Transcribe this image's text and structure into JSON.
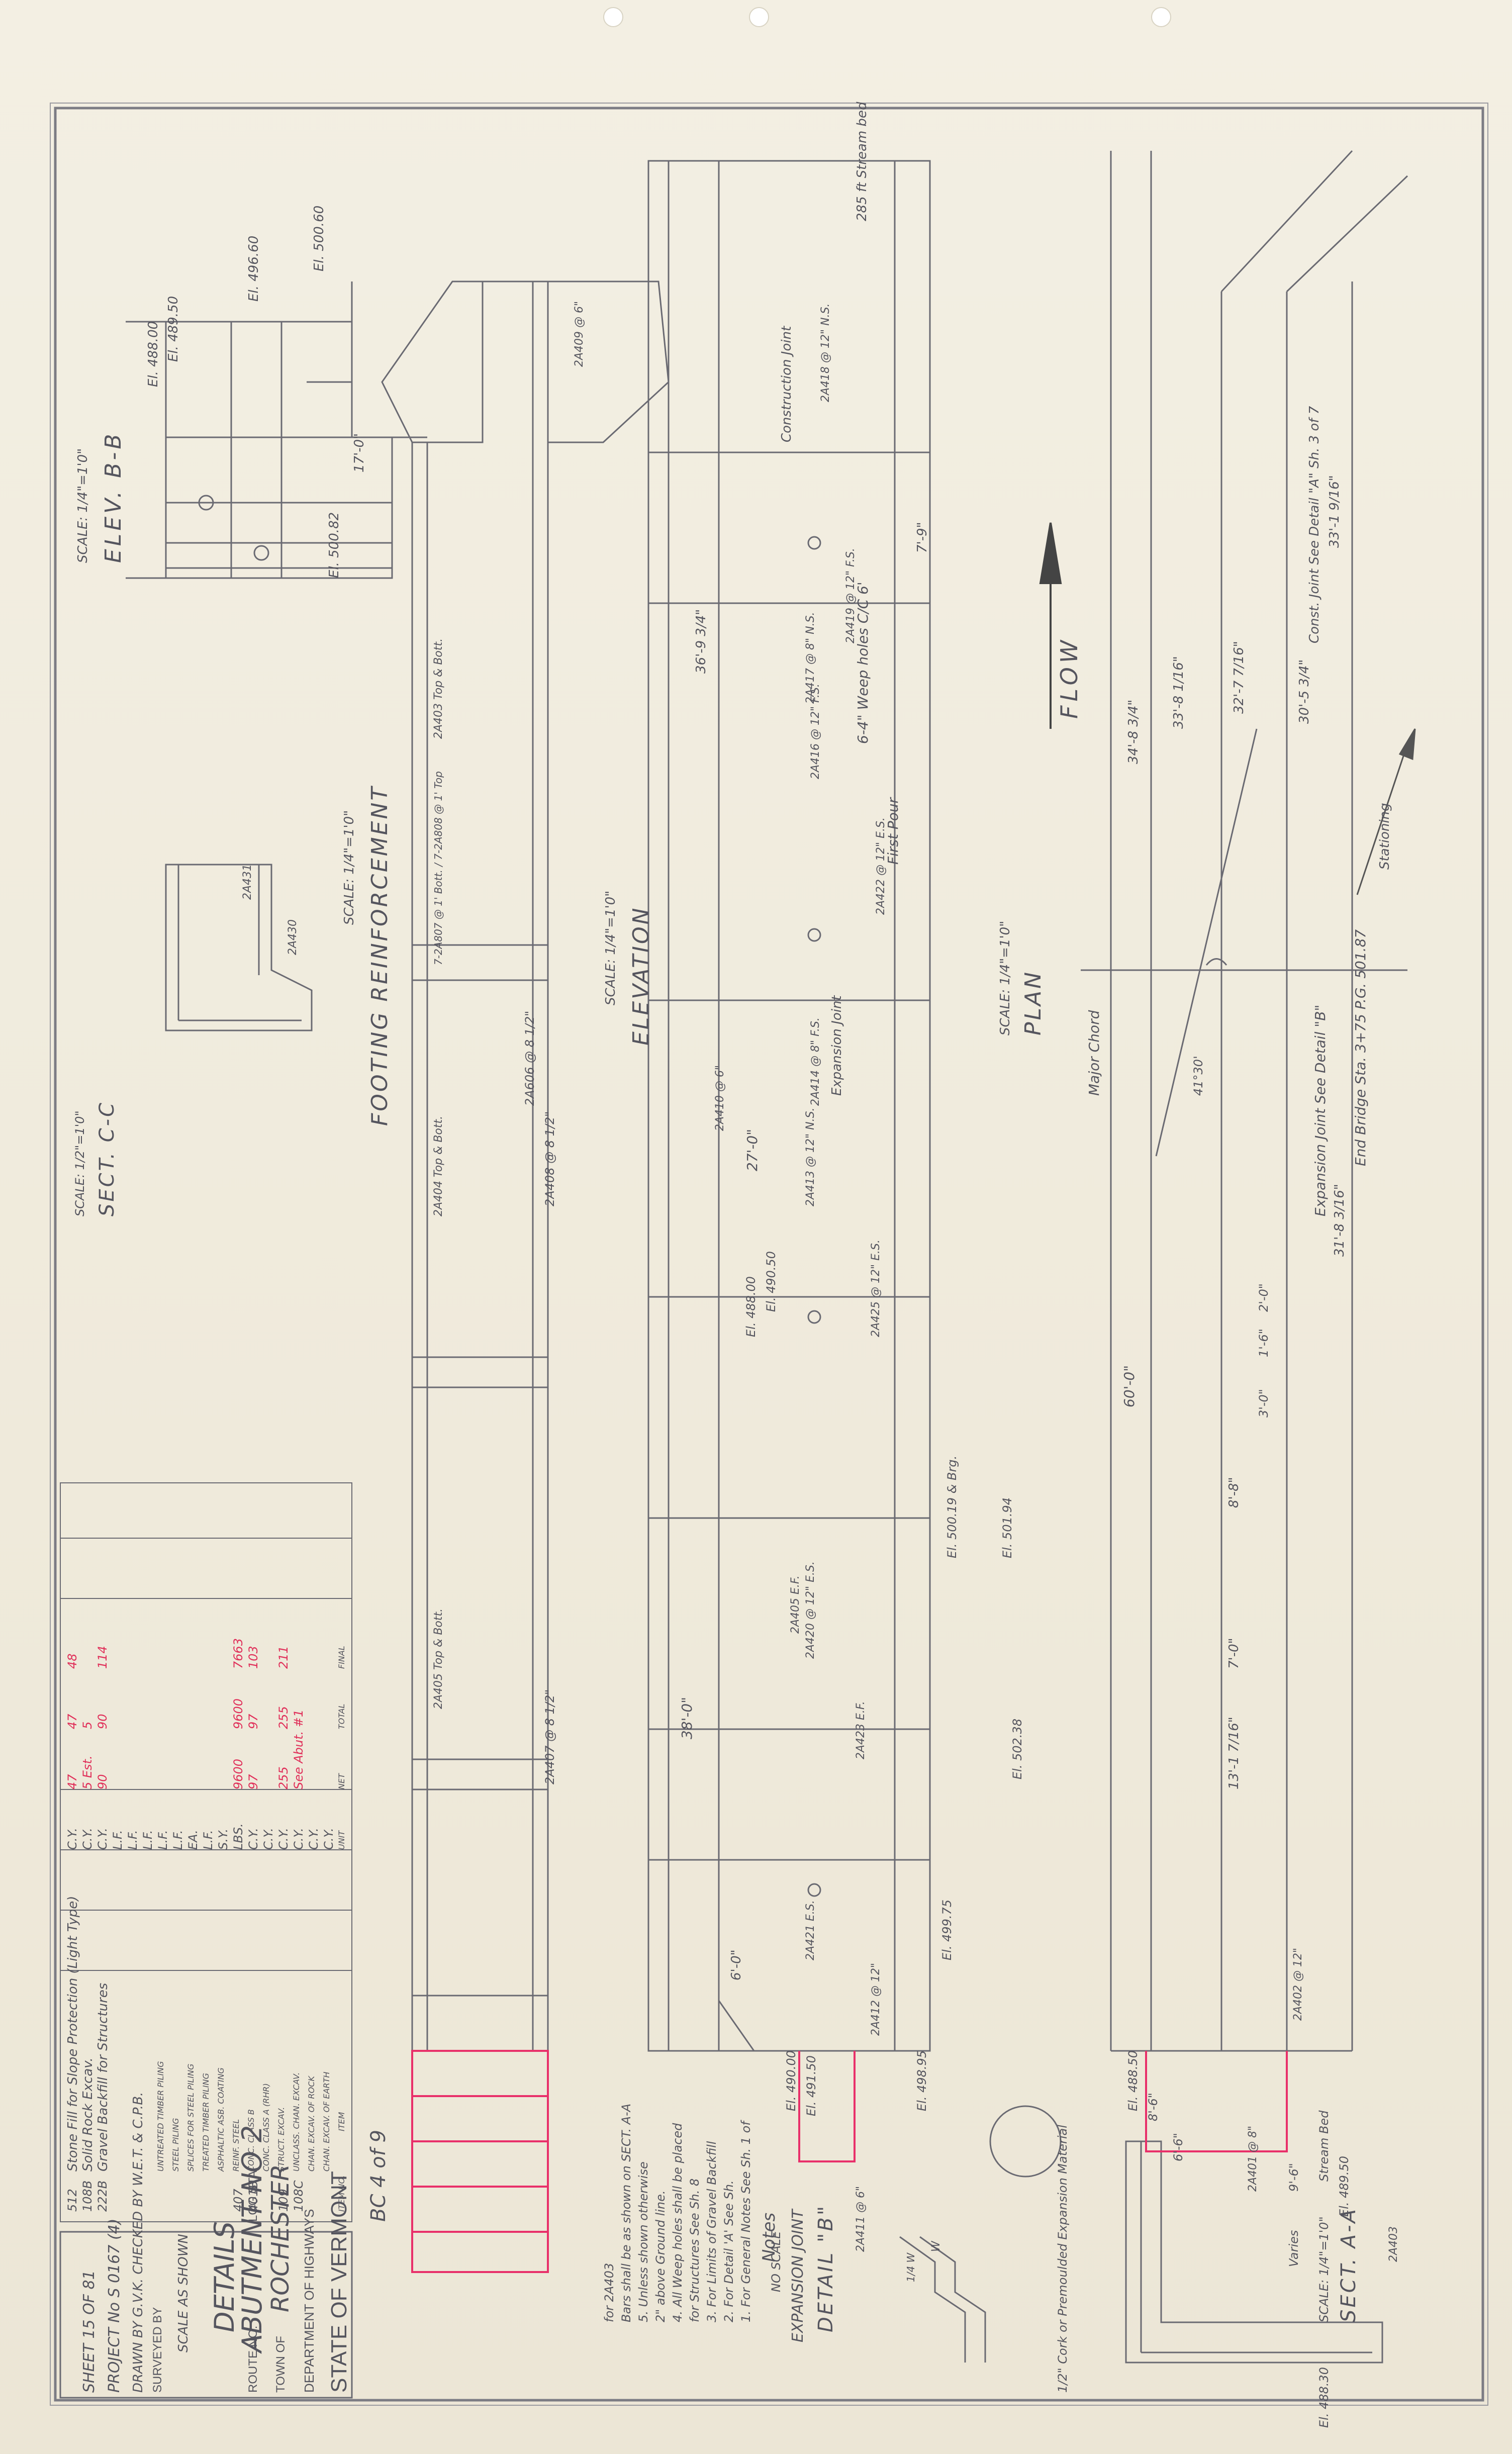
{
  "title_block": {
    "state": "STATE OF VERMONT",
    "department": "DEPARTMENT OF HIGHWAYS",
    "town_label": "TOWN OF",
    "town": "ROCHESTER",
    "route_label": "ROUTE NO.",
    "log_label": "LOG STA.",
    "drawing_title_1": "ABUTMENT NO 2",
    "drawing_title_2": "DETAILS",
    "scale": "SCALE AS SHOWN",
    "surveyed": "SURVEYED BY",
    "drawn": "DRAWN BY G.V.K. CHECKED BY W.E.T. & C.P.B.",
    "project": "PROJECT No S 0167 (4)",
    "sheet": "SHEET 15 OF 81",
    "sheet_ref": "BC 4 of 9"
  },
  "views": {
    "elev_bb": "ELEV. B-B",
    "elev_bb_scale": "SCALE: 1/4\"=1'0\"",
    "footing": "FOOTING REINFORCEMENT",
    "footing_scale": "SCALE: 1/4\"=1'0\"",
    "sect_cc": "SECT. C-C",
    "sect_cc_scale": "SCALE: 1/2\"=1'0\"",
    "elevation": "ELEVATION",
    "elevation_scale": "SCALE: 1/4\"=1'0\"",
    "plan": "PLAN",
    "plan_scale": "SCALE: 1/4\"=1'0\"",
    "sect_aa": "SECT. A-A",
    "sect_aa_scale": "SCALE: 1/4\"=1'0\"",
    "detail_b": "DETAIL \"B\"",
    "detail_b_sub": "EXPANSION JOINT",
    "detail_b_scale": "NO SCALE",
    "flow": "FLOW"
  },
  "notes": {
    "heading": "Notes",
    "items": [
      "1. For General Notes See Sh. 1 of",
      "2. For Detail 'A' See Sh.",
      "3. For Limits of Gravel Backfill",
      "   for Structures See Sh. 8",
      "4. All Weep holes shall be placed",
      "   2\" above Ground line.",
      "5. Unless shown otherwise",
      "   Bars shall be as shown on SECT. A-A",
      "   for 2A403"
    ],
    "expansion_material": "1/2\" Cork or Premoulded Expansion Material"
  },
  "quantities": {
    "headers": [
      "ITEM NO.",
      "ITEM",
      "UNIT",
      "NET",
      "TOTAL",
      "FINAL"
    ],
    "rows": [
      {
        "no": "",
        "item": "CHAN. EXCAV. OF EARTH",
        "unit": "C.Y.",
        "net": "",
        "total": "",
        "final": ""
      },
      {
        "no": "",
        "item": "CHAN. EXCAV. OF ROCK",
        "unit": "C.Y.",
        "net": "",
        "total": "",
        "final": ""
      },
      {
        "no": "108C",
        "item": "UNCLASS. CHAN. EXCAV.",
        "unit": "C.Y.",
        "net": "See Abut. #1",
        "total": "",
        "final": ""
      },
      {
        "no": "109",
        "item": "STRUCT. EXCAV.",
        "unit": "C.Y.",
        "net": "255",
        "total": "255",
        "final": "211"
      },
      {
        "no": "",
        "item": "CONC. CLASS A (RHR)",
        "unit": "C.Y.",
        "net": "",
        "total": "",
        "final": ""
      },
      {
        "no": "401B",
        "item": "CONC. CLASS B",
        "unit": "C.Y.",
        "net": "97",
        "total": "97",
        "final": "103"
      },
      {
        "no": "407",
        "item": "REINF. STEEL",
        "unit": "LBS.",
        "net": "9600",
        "total": "9600",
        "final": "7663"
      },
      {
        "no": "",
        "item": "ASPHALTIC ASB. COATING",
        "unit": "S.Y.",
        "net": "",
        "total": "",
        "final": ""
      },
      {
        "no": "",
        "item": "TREATED TIMBER PILING",
        "unit": "L.F.",
        "net": "",
        "total": "",
        "final": ""
      },
      {
        "no": "",
        "item": "SPLICES FOR STEEL PILING",
        "unit": "EA.",
        "net": "",
        "total": "",
        "final": ""
      },
      {
        "no": "",
        "item": "STEEL PILING",
        "unit": "L.F.",
        "net": "",
        "total": "",
        "final": ""
      },
      {
        "no": "",
        "item": "UNTREATED TIMBER PILING",
        "unit": "L.F.",
        "net": "",
        "total": "",
        "final": ""
      },
      {
        "no": "",
        "item": "",
        "unit": "L.F.",
        "net": "",
        "total": "",
        "final": ""
      },
      {
        "no": "",
        "item": "",
        "unit": "L.F.",
        "net": "",
        "total": "",
        "final": ""
      },
      {
        "no": "",
        "item": "",
        "unit": "L.F.",
        "net": "",
        "total": "",
        "final": ""
      },
      {
        "no": "222B",
        "item": "Gravel Backfill for Structures",
        "unit": "C.Y.",
        "net": "90",
        "total": "90",
        "final": "114"
      },
      {
        "no": "108B",
        "item": "Solid Rock Excav.",
        "unit": "C.Y.",
        "net": "5 Est.",
        "total": "5",
        "final": ""
      },
      {
        "no": "512",
        "item": "Stone Fill for Slope Protection (Light Type)",
        "unit": "C.Y.",
        "net": "47",
        "total": "47",
        "final": "48"
      }
    ]
  },
  "labels": {
    "el_500_60": "El. 500.60",
    "el_496_60": "El. 496.60",
    "el_489_50": "El. 489.50",
    "el_488_00": "El. 488.00",
    "el_500_82": "El. 500.82",
    "el_490_50": "El. 490.50",
    "el_488_00b": "El. 488.00",
    "el_500_19": "El. 500.19 & Brg.",
    "el_501_94": "El. 501.94",
    "el_502_38": "El. 502.38",
    "el_499_75": "El. 499.75",
    "el_498_95": "El. 498.95",
    "el_491_50": "El. 491.50",
    "el_490_00": "El. 490.00",
    "el_488_50": "El. 488.50",
    "el_489_50b": "El. 489.50",
    "el_488_30": "El. 488.30",
    "weep": "6-4\" Weep holes C/C 6'",
    "first_pour": "First Pour",
    "construction_joint": "Construction Joint",
    "streambed": "285 ft Stream bed",
    "expansion_joint": "Expansion Joint",
    "expansion_joint_plan": "Expansion Joint See Detail \"B\"",
    "major_chord": "Major Chord",
    "end_bridge": "End Bridge Sta. 3+75 P.G. 501.87",
    "skew": "41°30'",
    "const_joint_see": "Const. Joint See Detail \"A\" Sh. 3 of 7",
    "stationing": "Stationing",
    "dim_34_8": "34'-8 3/4\"",
    "dim_33_8": "33'-8 1/16\"",
    "dim_32_7": "32'-7 7/16\"",
    "dim_30_5": "30'-5 3/4\"",
    "dim_33_1": "33'-1 9/16\"",
    "dim_31_8": "31'-8 3/16\"",
    "dim_60": "60'-0\"",
    "dim_38": "38'-0\"",
    "dim_27": "27'-0\"",
    "dim_36_9": "36'-9 3/4\"",
    "dim_13_1": "13'-1 7/16\"",
    "dim_8_8": "8'-8\"",
    "dim_7_0": "7'-0\"",
    "dim_6_0": "6'-0\"",
    "dim_3_0": "3'-0\"",
    "dim_1_6": "1'-6\"",
    "dim_2_0": "2'-0\"",
    "dim_9_6": "9'-6\"",
    "dim_6_6": "6'-6\"",
    "dim_8_6": "8'-6\"",
    "dim_17_0": "17'-0\"",
    "dim_7_9": "7'-9\"",
    "bars_top_bott": "2A403 Top & Bott.",
    "bars_top_bott_2": "2A404 Top & Bott.",
    "bars_top_bott_3": "2A405 Top & Bott.",
    "bars_2a807": "7-2A807 @ 1' Bott. / 7-2A808 @ 1' Top",
    "bars_2a606": "2A606 @ 8 1/2\"",
    "bars_2a405_ef": "2A405 E.F.",
    "bars_2a422": "2A422 @ 12\" E.S.",
    "bars_2a425": "2A425 @ 12\" E.S.",
    "bars_2a423": "2A423 E.F.",
    "bars_2a410": "2A410 @ 6\"",
    "bars_2a411": "2A411 @ 6\"",
    "bars_2a412": "2A412 @ 12\"",
    "bars_2a402": "2A402 @ 12\"",
    "bars_2a401": "2A401 @ 8\"",
    "bars_2a403": "2A403",
    "bars_2a418": "2A418 @ 12\" N.S.",
    "bars_2a419": "2A419 @ 12\" F.S.",
    "bars_2a417": "2A417 @ 8\" N.S.",
    "bars_2a416": "2A416 @ 12\" F.S.",
    "bars_2a414": "2A414 @ 8\" F.S.",
    "bars_2a413": "2A413 @ 12\" N.S.",
    "bars_2a420": "2A420 @ 12\" E.S.",
    "bars_2a421": "2A421 E.S.",
    "bars_2a408": "2A408 @ 8 1/2\"",
    "bars_2a407": "2A407 @ 8 1/2\"",
    "bars_2a431": "2A431",
    "bars_2a430": "2A430",
    "bars_2a409": "2A409 @ 6\"",
    "w_label": "W",
    "wh_label": "1/4 W",
    "varies": "Varies",
    "stream_bed": "Stream Bed"
  }
}
